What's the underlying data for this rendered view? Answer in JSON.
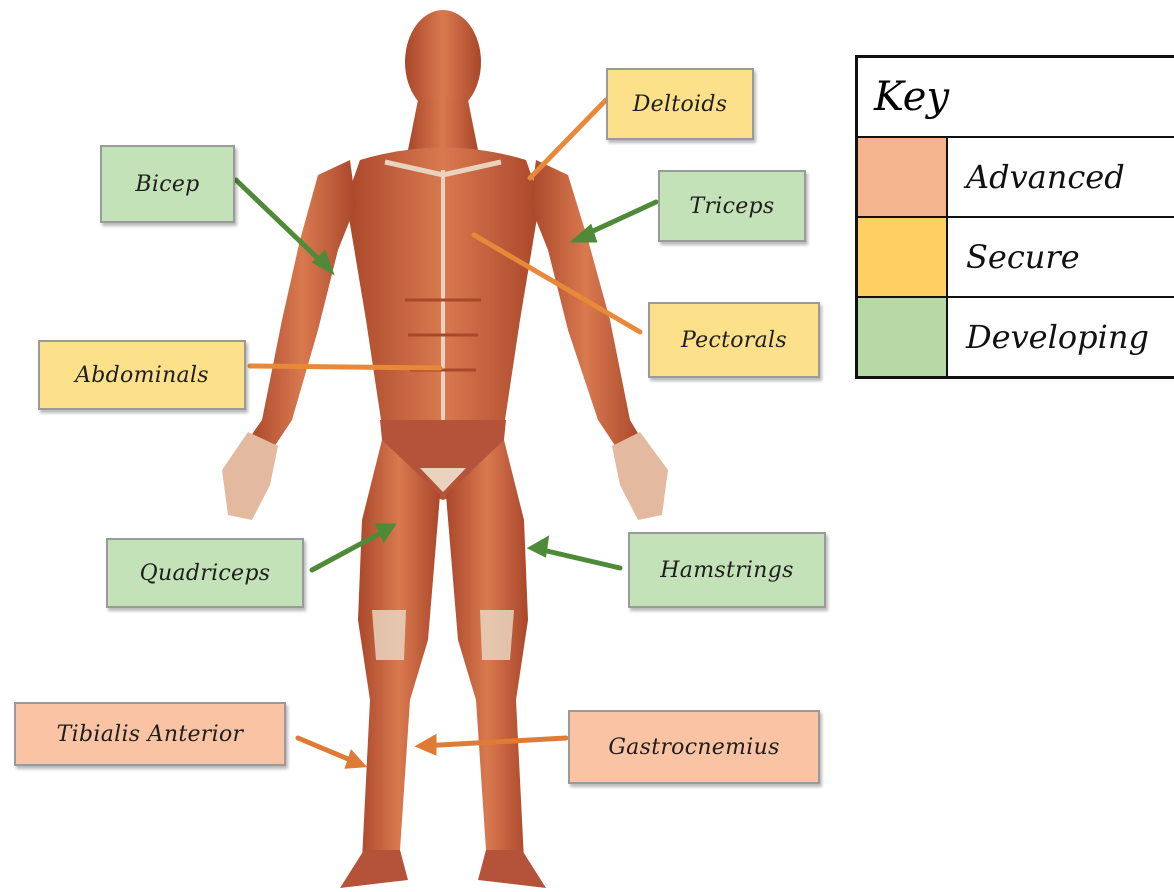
{
  "key": {
    "title": "Key",
    "items": [
      {
        "label": "Advanced",
        "color": "#f4b48e"
      },
      {
        "label": "Secure",
        "color": "#fdd061"
      },
      {
        "label": "Developing",
        "color": "#b6d9a6"
      }
    ]
  },
  "levels": {
    "advanced": {
      "fill": "#f9c3a4",
      "arrow": "#e07b35"
    },
    "secure": {
      "fill": "#fde08a",
      "arrow": "#e8893a"
    },
    "developing": {
      "fill": "#c4e2b7",
      "arrow": "#4f8a38"
    }
  },
  "labels": {
    "bicep": "Bicep",
    "deltoids": "Deltoids",
    "triceps": "Triceps",
    "abdominals": "Abdominals",
    "pectorals": "Pectorals",
    "quadriceps": "Quadriceps",
    "hamstrings": "Hamstrings",
    "tibialis_anterior": "Tibialis Anterior",
    "gastrocnemius": "Gastrocnemius"
  },
  "body_colors": {
    "muscle": "#c9623d",
    "muscle_dark": "#a9472a",
    "tendon": "#e9d3be"
  }
}
